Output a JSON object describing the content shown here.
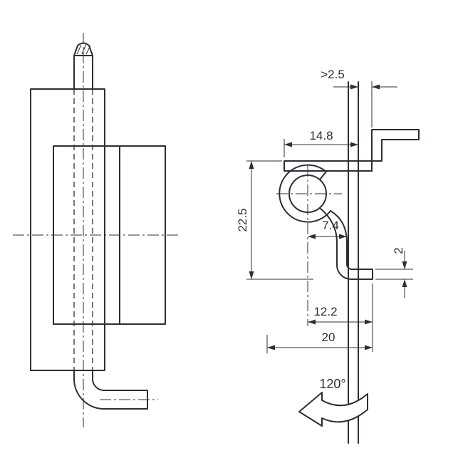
{
  "meta": {
    "background": "#ffffff",
    "line_color": "#2b3036"
  },
  "dimensions": {
    "gap": ">2.5",
    "top_width": "14.8",
    "height": "22.5",
    "pin_offset": "7.4",
    "material_thickness": "2",
    "bottom_offset": "12.2",
    "depth": "20",
    "opening_angle": "120°"
  }
}
